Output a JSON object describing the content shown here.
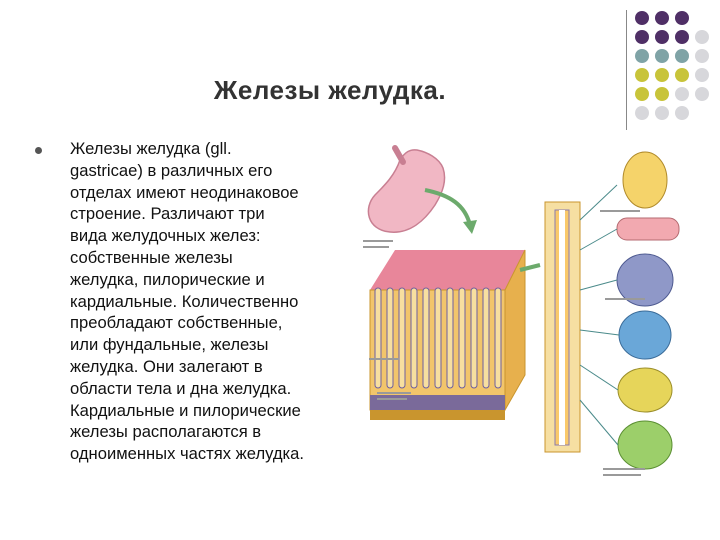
{
  "slide": {
    "title": "Железы желудка.",
    "lines": [
      "Железы желудка (gll.",
      "gastricae) в различных его",
      "отделах имеют неодинаковое",
      "строение. Различают три",
      "вида желудочных желез:",
      "собственные железы",
      "желудка, пилорические и",
      "кардиальные. Количественно",
      "преобладают собственные,",
      "или фундальные, железы",
      "желудка. Они залегают в",
      "области тела и дна желудка.",
      "Кардиальные и пилорические",
      "железы располагаются в",
      "одноименных частях желудка."
    ]
  },
  "colors": {
    "purple": "#4f2f66",
    "teal": "#7fa3a6",
    "olive": "#c8c43a",
    "lightgray": "#d7d7db"
  },
  "illustration": {
    "icon": "stomach-gland-diagram-icon"
  }
}
